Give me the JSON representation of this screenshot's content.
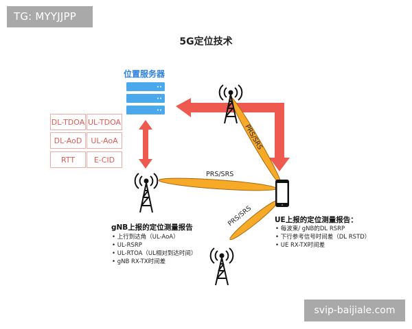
{
  "watermark_top_left": "TG: MYYJJPP",
  "watermark_bottom_right": "svip-baijiale.com",
  "title": "5G定位技术",
  "server": {
    "label": "位置服务器"
  },
  "methods": [
    "DL-TDOA",
    "UL-TDOA",
    "DL-AoD",
    "UL-AoA",
    "RTT",
    "E-CID"
  ],
  "links": {
    "gnb_ue": "PRS/SRS",
    "top_ue": "PRS/SRS",
    "bottom_ue": "PRS/SRS"
  },
  "gnb_report": {
    "title": "gNB上报的定位测量报告",
    "items": [
      "上行到达角（UL-AoA）",
      "UL-RSRP",
      "UL-RTOA（UL相对到达时间）",
      "gNB RX-TX时间差"
    ]
  },
  "ue_report": {
    "title": "UE上报的定位测量报告：",
    "items": [
      "每波束/ gNB的DL RSRP",
      "下行参考信号时间差（DL RSTD）",
      "UE RX-TX时间差"
    ]
  },
  "colors": {
    "arrow": "#ef5a50",
    "beam_fill": "#f7a928",
    "beam_stroke": "#a5680f",
    "server_blue": "#4aa8ec",
    "method_border": "#f2a9a4",
    "method_text": "#e15b55"
  }
}
